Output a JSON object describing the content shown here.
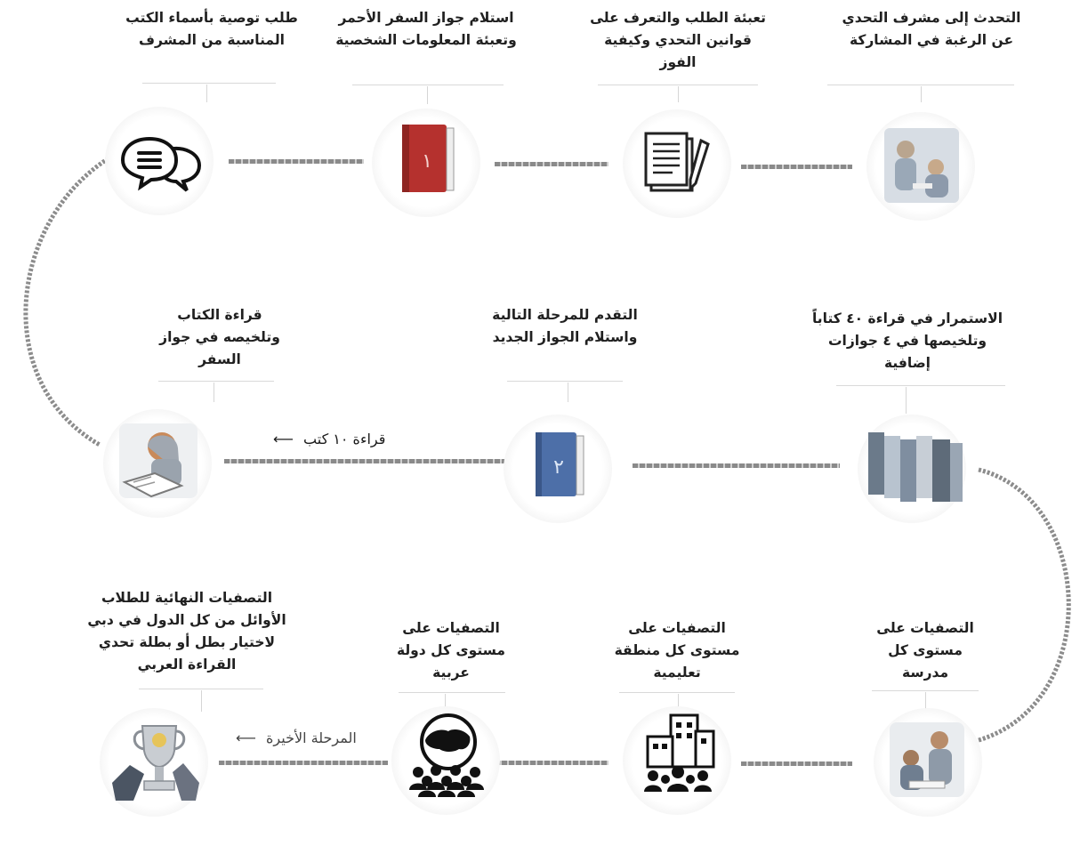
{
  "steps": [
    {
      "id": "talk",
      "label": "التحدث إلى مشرف التحدي عن الرغبة في المشاركة",
      "icon": "teacher-student-photo-icon"
    },
    {
      "id": "fill",
      "label": "تعبئة الطلب والتعرف على قوانين التحدي وكيفية الفوز",
      "icon": "document-pen-icon"
    },
    {
      "id": "passport",
      "label": "استلام جواز السفر الأحمر وتعبئة المعلومات الشخصية",
      "icon": "book-passport-1-icon",
      "glyph": "١"
    },
    {
      "id": "recommend",
      "label": "طلب توصية بأسماء الكتب المناسبة من المشرف",
      "icon": "speech-bubbles-icon"
    },
    {
      "id": "read",
      "label": "قراءة الكتاب وتلخيصه في جواز السفر",
      "icon": "girl-reading-photo-icon"
    },
    {
      "id": "advance",
      "label": "التقدم للمرحلة التالية واستلام الجواز الجديد",
      "icon": "book-passport-2-icon",
      "glyph": "٢"
    },
    {
      "id": "continue",
      "label": "الاستمرار في قراءة ٤٠ كتاباً وتلخيصها في ٤ جوازات إضافية",
      "icon": "books-stack-icon"
    },
    {
      "id": "school",
      "label": "التصفيات على مستوى كل مدرسة",
      "icon": "school-photo-icon"
    },
    {
      "id": "region",
      "label": "التصفيات على مستوى كل منطقة تعليمية",
      "icon": "buildings-people-icon"
    },
    {
      "id": "country",
      "label": "التصفيات على مستوى كل دولة عربية",
      "icon": "arab-map-people-icon"
    },
    {
      "id": "final",
      "label": "التصفيات النهائية للطلاب الأوائل من كل الدول في دبي لاختيار بطل أو بطلة تحدي القراءة العربي",
      "icon": "trophy-icon"
    }
  ],
  "connectors": {
    "read_ten": "قراءة ١٠ كتب",
    "final_stage": "المرحلة الأخيرة"
  },
  "colors": {
    "red_book": "#b5312e",
    "blue_book": "#4d6fa8",
    "dash": "#8a8a8a"
  }
}
